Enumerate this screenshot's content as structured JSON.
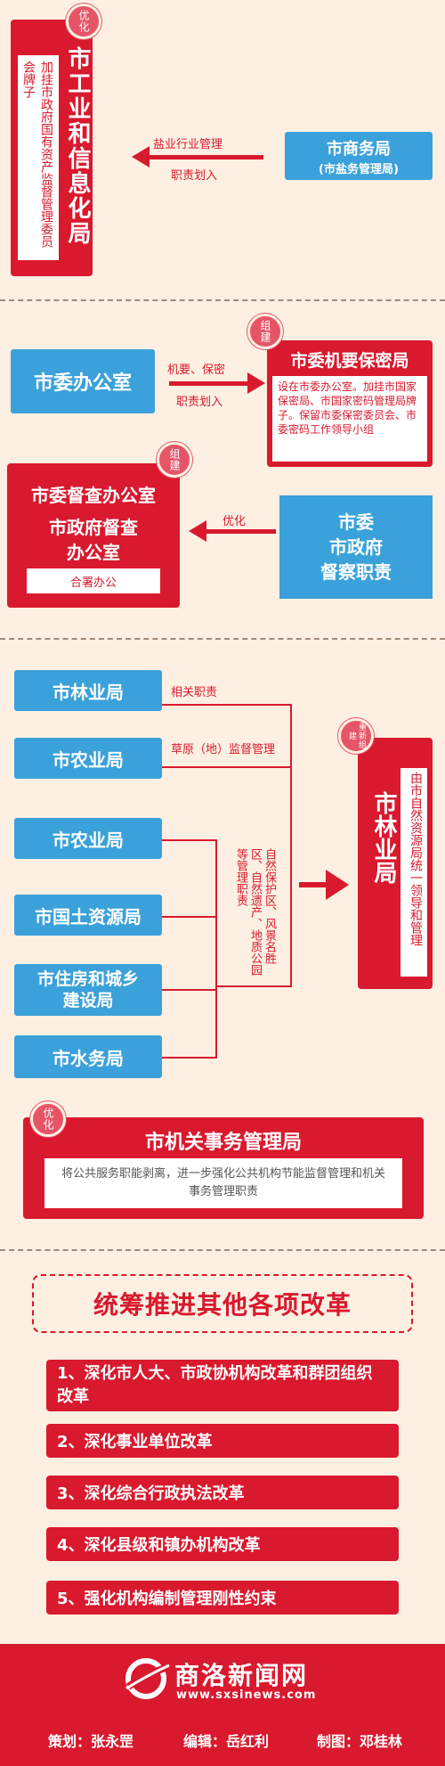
{
  "section1": {
    "badge": "优化",
    "main_title": "市工业和信息化局",
    "main_note": "加挂市政府国有资产监督管理委员会牌子",
    "arrow_top": "盐业行业管理",
    "arrow_bottom": "职责划入",
    "source_line1": "市商务局",
    "source_line2": "(市盐务管理局)"
  },
  "section2": {
    "office": "市委办公室",
    "arrow1_top": "机要、保密",
    "arrow1_bottom": "职责划入",
    "badge1": "组建",
    "secrecy_title": "市委机要保密局",
    "secrecy_desc": "设在市委办公室。加挂市国家保密局、市国家密码管理局牌子。保留市委保密委员会、市委密码工作领导小组",
    "badge2": "组建",
    "supervision_line1": "市委督查办公室",
    "supervision_line2": "市政府督查",
    "supervision_line3": "办公室",
    "supervision_note": "合署办公",
    "arrow2_label": "优化",
    "source_line1": "市委",
    "source_line2": "市政府",
    "source_line3": "督察职责"
  },
  "section3": {
    "left_boxes": [
      "市林业局",
      "市农业局",
      "市农业局",
      "市国土资源局",
      "市住房和城乡建设局",
      "市水务局"
    ],
    "label_forestry": "相关职责",
    "label_grassland": "草原（地）监督管理",
    "vertical_label": "自然保护区、风景名胜区、自然遗产、地质公园等管理职责",
    "badge": "重新组建",
    "result_title": "市林业局",
    "result_note": "由市自然资源局统一领导和管理"
  },
  "section4": {
    "badge": "优化",
    "title": "市机关事务管理局",
    "desc": "将公共服务职能剥离，进一步强化公共机构节能监督管理和机关事务管理职责"
  },
  "section5": {
    "heading": "统筹推进其他各项改革",
    "items": [
      "1、深化市人大、市政协机构改革和群团组织改革",
      "2、深化事业单位改革",
      "3、深化综合行政执法改革",
      "4、深化县级和镇办机构改革",
      "5、强化机构编制管理刚性约束"
    ]
  },
  "footer": {
    "logo_name": "商洛新闻网",
    "logo_url": "www.sxsinews.com",
    "credit1": "策划：张永罡",
    "credit2": "编辑：岳红利",
    "credit3": "制图：邓桂林"
  },
  "colors": {
    "red": "#d9192e",
    "blue": "#3aa1da",
    "background": "#fdf0e2"
  }
}
